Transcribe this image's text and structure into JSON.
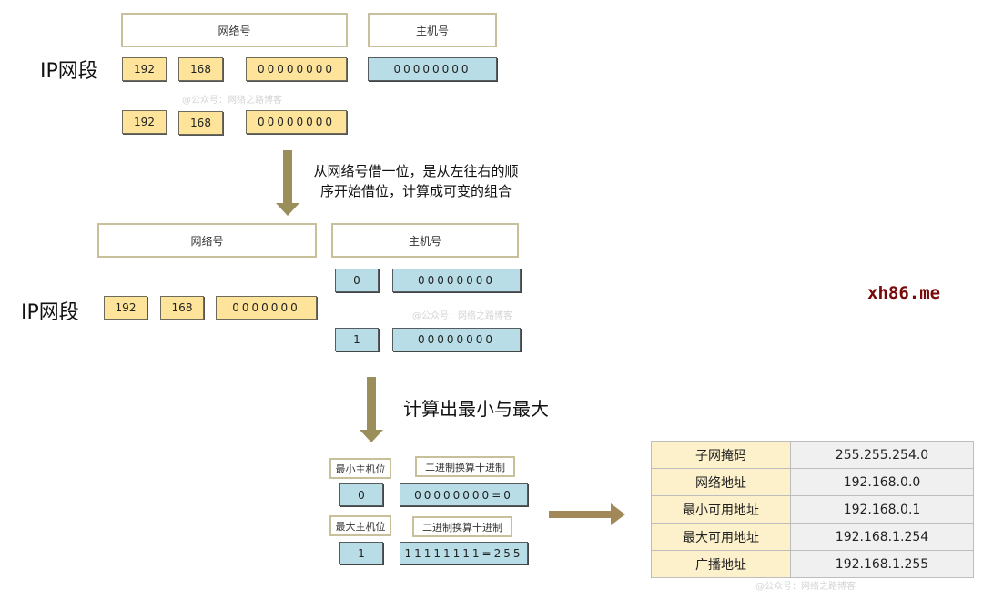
{
  "watermark": "@公众号：网络之路博客",
  "brand": "xh86.me",
  "stage1": {
    "label": "IP网段",
    "network_header": "网络号",
    "host_header": "主机号",
    "row1": {
      "octet1": "192",
      "octet2": "168",
      "octet3": "00000000",
      "octet4": "00000000"
    },
    "row2": {
      "octet1": "192",
      "octet2": "168",
      "octet3": "00000000"
    }
  },
  "arrow1_caption": [
    "从网络号借一位，是从左往右的顺",
    "序开始借位，计算成可变的组合"
  ],
  "stage2": {
    "label": "IP网段",
    "network_header": "网络号",
    "host_header": "主机号",
    "network": {
      "octet1": "192",
      "octet2": "168",
      "octet3": "0000000"
    },
    "host_rows": [
      {
        "borrowed_bit": "0",
        "octet4": "00000000"
      },
      {
        "borrowed_bit": "1",
        "octet4": "00000000"
      }
    ]
  },
  "arrow2_caption": "计算出最小与最大",
  "stage3": {
    "min": {
      "label": "最小主机位",
      "conv_label": "二进制换算十进制",
      "bit": "0",
      "value": "00000000=0"
    },
    "max": {
      "label": "最大主机位",
      "conv_label": "二进制换算十进制",
      "bit": "1",
      "value": "11111111=255"
    }
  },
  "result_table": {
    "rows": [
      {
        "key": "子网掩码",
        "value": "255.255.254.0"
      },
      {
        "key": "网络地址",
        "value": "192.168.0.0"
      },
      {
        "key": "最小可用地址",
        "value": "192.168.0.1"
      },
      {
        "key": "最大可用地址",
        "value": "192.168.1.254"
      },
      {
        "key": "广播地址",
        "value": "192.168.1.255"
      }
    ]
  },
  "colors": {
    "network_fill": "#fde49a",
    "host_fill": "#b8dde6",
    "header_border": "#c8c09a",
    "arrow": "#9a8f5a",
    "right_arrow": "#a08858",
    "brand": "#7a0a0a"
  }
}
